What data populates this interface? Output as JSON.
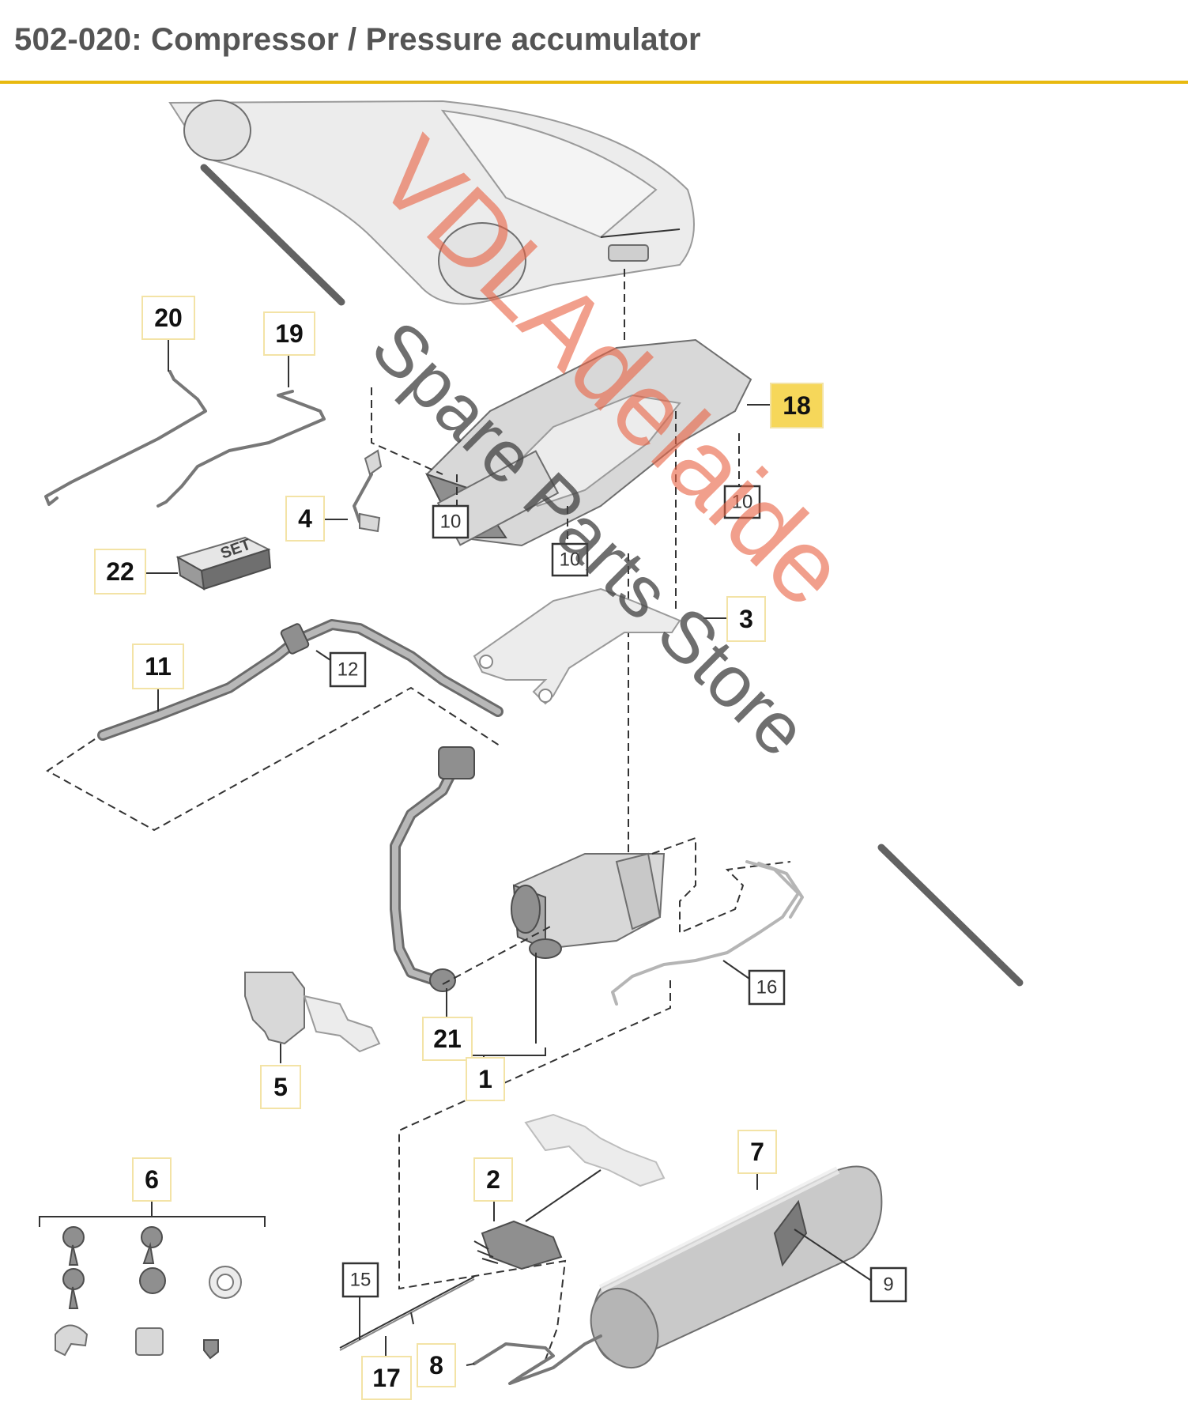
{
  "header": {
    "title": "502-020: Compressor / Pressure accumulator"
  },
  "watermark": {
    "line1": "VDLAdelaide",
    "line2": "Spare Parts Store"
  },
  "labels": {
    "p1": "1",
    "p2": "2",
    "p3": "3",
    "p4": "4",
    "p5": "5",
    "p6": "6",
    "p7": "7",
    "p8": "8",
    "p9": "9",
    "p10a": "10",
    "p10b": "10",
    "p10c": "10",
    "p11": "11",
    "p12": "12",
    "p15": "15",
    "p16": "16",
    "p17": "17",
    "p18": "18",
    "p19": "19",
    "p20": "20",
    "p21": "21",
    "p22": "22",
    "set": "SET"
  },
  "colors": {
    "accent_rule": "#e8b90f",
    "highlight": "#f6d75a",
    "watermark_orange": "#e86446"
  }
}
